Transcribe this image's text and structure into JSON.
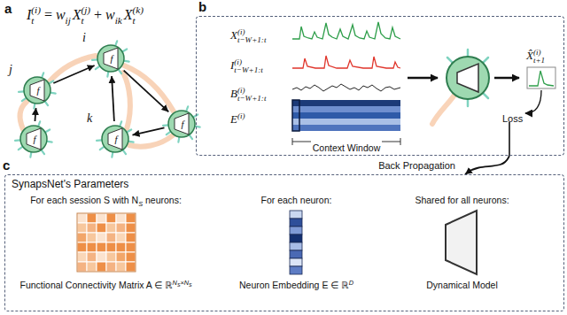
{
  "diagram": {
    "nodes": [
      {
        "text": [
          "f",
          "i"
        ]
      },
      {
        "text": [
          "f",
          "j"
        ]
      },
      {
        "text": [
          "f"
        ]
      },
      {
        "text": [
          "f"
        ]
      },
      {
        "text": [
          "f",
          "k"
        ]
      },
      {
        "text": [
          "b"
        ]
      },
      {
        "text": [
          "c",
          "SynapsNet's Parameters"
        ]
      },
      {
        "text": [
          "For each session S with N",
          "S",
          "neurons:",
          "Functional Connectivity Matrix A ∈ ℝ",
          "N",
          "S",
          "×N",
          "S"
        ],
        "in": 6
      },
      {
        "text": [
          "For each neuron:",
          "Neuron Embedding E ∈ ℝ",
          "D"
        ],
        "in": 6
      },
      {
        "text": [
          "Shared for all neurons:",
          "Dynamical Model"
        ],
        "in": 6
      }
    ],
    "edges": [
      {
        "from": 1,
        "to": 0,
        "arrow": "to"
      },
      {
        "from": 4,
        "to": 0,
        "arrow": "to"
      },
      {
        "from": 0,
        "to": 2,
        "arrow": "to"
      },
      {
        "from": 2,
        "to": 4,
        "arrow": "to"
      },
      {
        "from": 3,
        "to": 1,
        "arrow": "to"
      },
      {
        "from": 5,
        "to": 6,
        "label": "Back Propagation",
        "arrow": "to"
      }
    ],
    "labels": [
      "a",
      "I",
      "(i)",
      "t",
      "=",
      "w",
      "ij",
      "X",
      "(j)",
      "t",
      "+",
      "w",
      "ik",
      "X",
      "(k)",
      "t",
      "X",
      "(i)",
      "t−W+1:t",
      "I",
      "(i)",
      "t−W+1:t",
      "B",
      "(i)",
      "t−W+1:t",
      "E",
      "(i)",
      "Context Window",
      "X̂",
      "(i)",
      "t+1",
      "Loss"
    ]
  }
}
